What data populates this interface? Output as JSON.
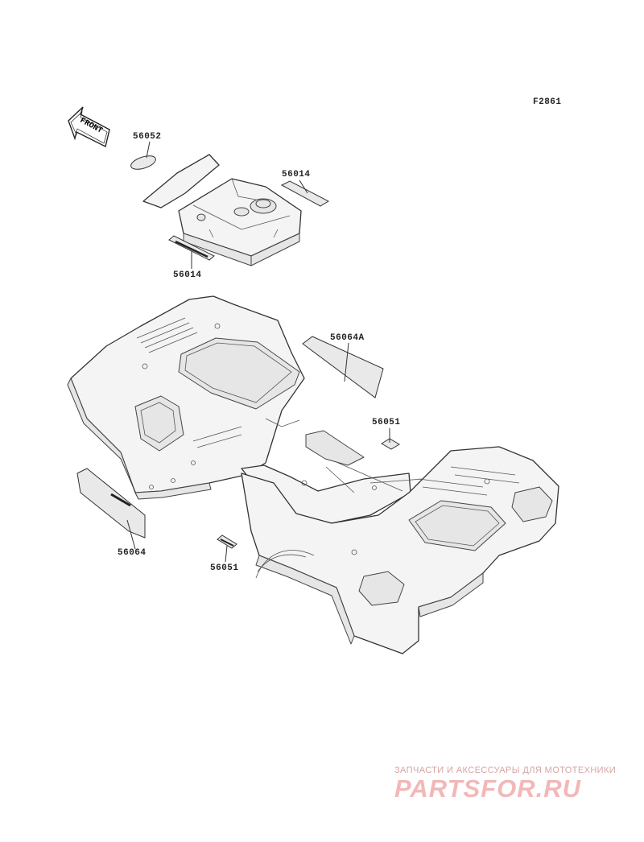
{
  "diagram": {
    "figure_code": "F2861",
    "front_arrow_text": "FRONT",
    "callouts": [
      {
        "id": "c1",
        "label": "56052"
      },
      {
        "id": "c2",
        "label": "56014"
      },
      {
        "id": "c3",
        "label": "56014"
      },
      {
        "id": "c4",
        "label": "56064A"
      },
      {
        "id": "c5",
        "label": "56051"
      },
      {
        "id": "c6",
        "label": "56064"
      },
      {
        "id": "c7",
        "label": "56051"
      }
    ]
  },
  "watermark": {
    "tagline": "ЗАПЧАСТИ И АКСЕССУАРЫ ДЛЯ МОТОТЕХНИКИ",
    "logo": "PARTSFOR.RU",
    "color": "#f2b8b8"
  }
}
